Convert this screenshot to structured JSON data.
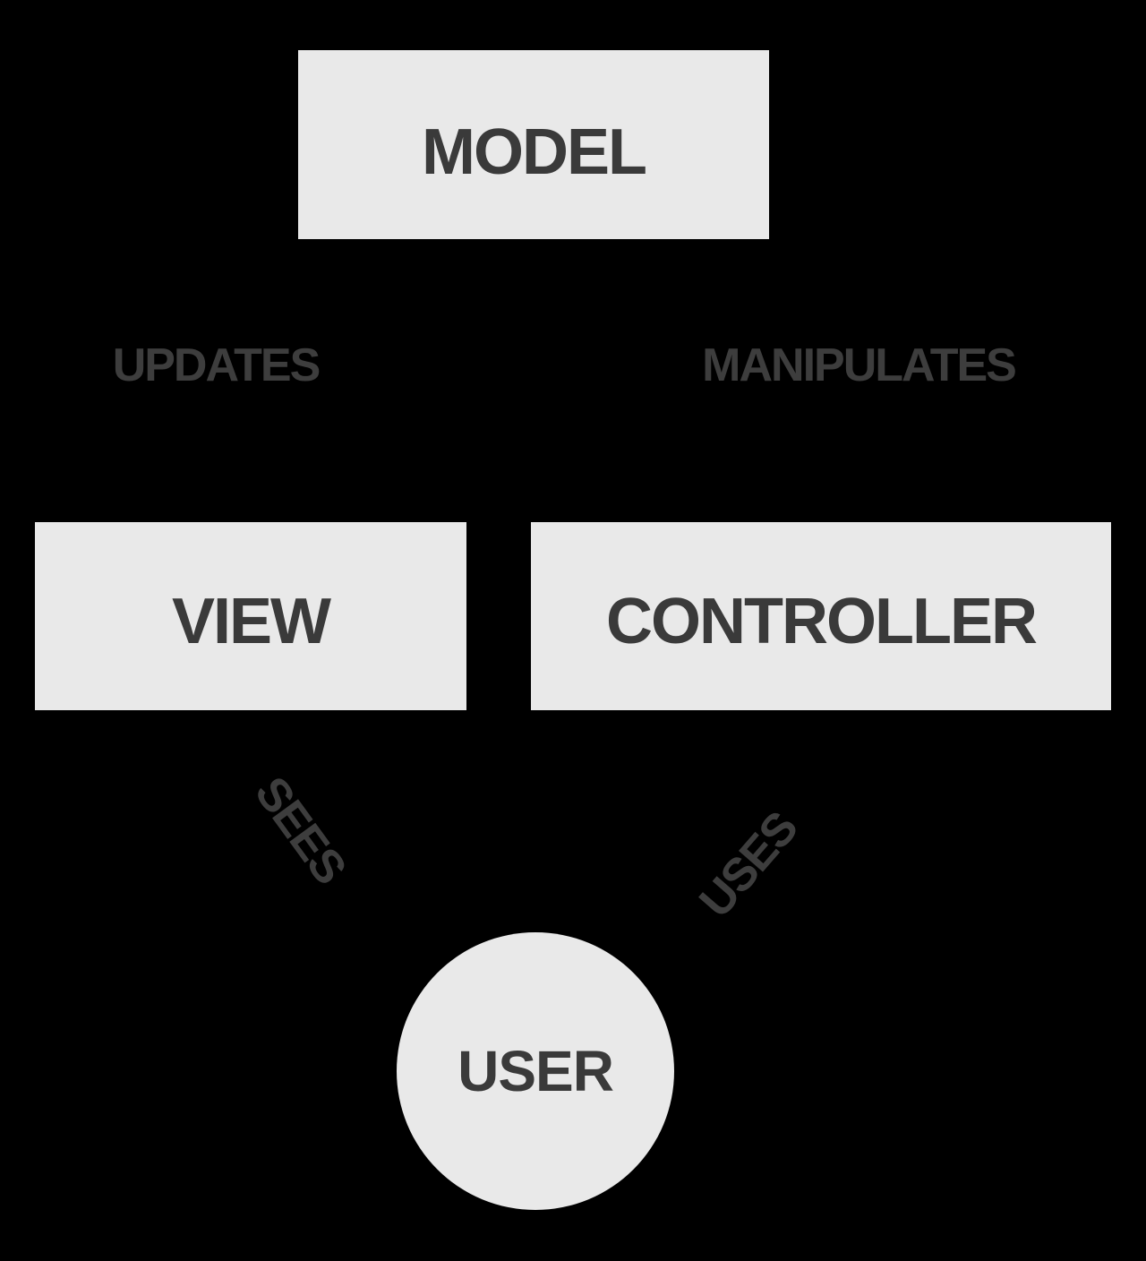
{
  "colors": {
    "background": "#000000",
    "node_fill": "#e9e9e9",
    "node_text": "#3a3a3a",
    "edge_label_text": "#3d3d3d"
  },
  "diagram": {
    "nodes": {
      "model": {
        "label": "MODEL",
        "shape": "rectangle"
      },
      "view": {
        "label": "VIEW",
        "shape": "rectangle"
      },
      "controller": {
        "label": "CONTROLLER",
        "shape": "rectangle"
      },
      "user": {
        "label": "USER",
        "shape": "circle"
      }
    },
    "edge_labels": {
      "updates": {
        "label": "UPDATES"
      },
      "manipulates": {
        "label": "MANIPULATES"
      },
      "sees": {
        "label": "SEES"
      },
      "uses": {
        "label": "USES"
      }
    }
  }
}
